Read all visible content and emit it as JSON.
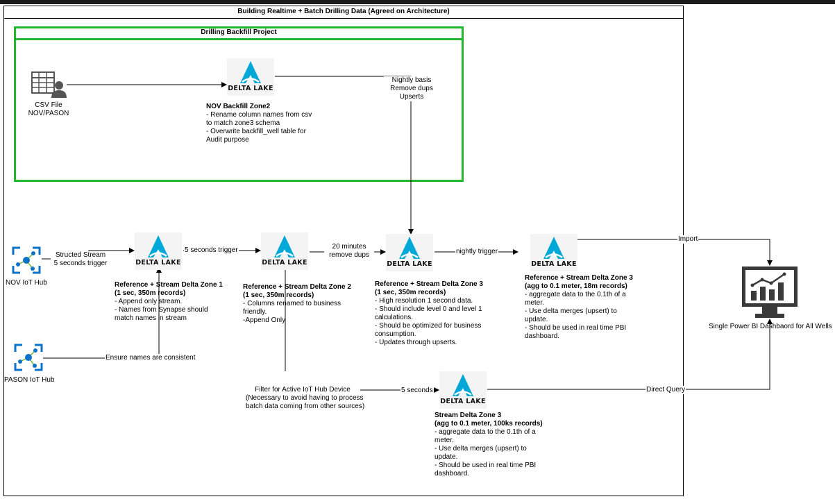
{
  "title": "Building Realtime + Batch Drilling Data (Agreed on Architecture)",
  "backfill": {
    "title": "Drilling Backfill Project",
    "csv_label": [
      "CSV File",
      "NOV/PASON"
    ],
    "zone2_title": "NOV Backfill Zone2",
    "zone2_lines": [
      "  - Rename column names from csv",
      "to match zone3 schema",
      "  - Overwrite backfill_well table for",
      "Audit purpose"
    ],
    "nightly_label": [
      "Nightly basis",
      "Remove dups",
      "Upserts"
    ]
  },
  "delta_lake_text": "DELTA LAKE",
  "sources": {
    "nov": "NOV IoT Hub",
    "pason": "PASON IoT Hub"
  },
  "edges": {
    "structured_stream": [
      "Structed Stream",
      "5 seconds trigger"
    ],
    "five_sec_trigger": "5 seconds trigger",
    "twenty_min": [
      "20 minutes",
      "remove dups"
    ],
    "nightly_trigger": "nightly trigger",
    "import": "Import",
    "ensure_names": "Ensure names are consistent",
    "filter": [
      "Filter for Active IoT Hub Device",
      "(Necessary to avoid having to process",
      "batch data coming from other sources)"
    ],
    "five_seconds": "5 seconds",
    "direct_query": "Direct Query"
  },
  "zones": {
    "z1": {
      "title": "Reference + Stream Delta Zone 1",
      "sub": "(1 sec, 350m records)",
      "lines": [
        "  - Append only stream.",
        "  - Names from Synapse should",
        "match names in stream"
      ]
    },
    "z2": {
      "title": "Reference + Stream  Delta Zone 2",
      "sub": "(1 sec, 350m records)",
      "lines": [
        "  - Columns renamed to business",
        "friendly.",
        "  -Append Only"
      ]
    },
    "z3": {
      "title": "Reference + Stream Delta Zone 3",
      "sub": "(1 sec, 350m records)",
      "lines": [
        "  - High resolution 1 second data.",
        "  - Should include level 0 and level 1",
        "calculations.",
        "  - Should be optimized for business",
        "consumption.",
        "- Updates through upserts."
      ]
    },
    "z3agg": {
      "title": "Reference + Stream Delta Zone 3",
      "sub": "(agg to 0.1 meter, 18m records)",
      "lines": [
        "  - aggregate data to the 0.1th of a",
        "meter.",
        "- Use delta merges (upsert) to",
        "update.",
        "- Should be used in real time PBI",
        "dashboard."
      ]
    },
    "stream3": {
      "title": "Stream Delta Zone 3",
      "sub": "(agg to 0.1 meter, 100ks records)",
      "lines": [
        "  - aggregate data to the 0.1th of a",
        "meter.",
        "- Use delta merges (upsert) to",
        "update.",
        "- Should be used in real time PBI",
        "dashboard."
      ]
    }
  },
  "dashboard": "Single Power BI Dashbaord for All Wells",
  "colors": {
    "green": "#21b82e",
    "delta": "#00a8d8",
    "hub": "#0d72c9"
  }
}
